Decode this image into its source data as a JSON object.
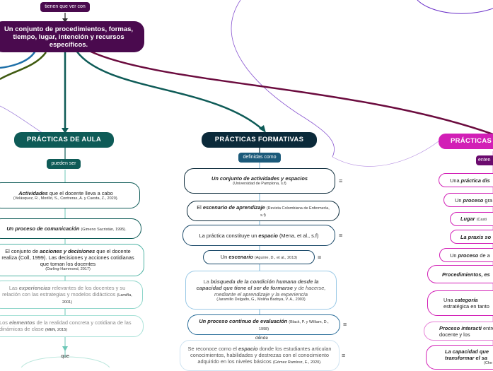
{
  "top_tag": "tienen que ver con",
  "root_title": "Un conjunto de procedimientos, formas, tiempo, lugar, intención y recursos específicos.",
  "columns": [
    {
      "title": "PRÁCTICAS DE AULA",
      "connector": "pueden ser"
    },
    {
      "title": "PRÁCTICAS FORMATIVAS",
      "connector": "definidas como"
    },
    {
      "title": "PRÁCTICAS",
      "connector": "enten"
    }
  ],
  "aula_items": [
    {
      "pre": "",
      "em": "Actividades",
      "post": " que el docente lleva a cabo",
      "src": "(Velásquez, R., Morillo, S., Contreras, A. y Cuesta, Z., 2020)."
    },
    {
      "pre": "",
      "em": "Un proceso de comunicación",
      "post": "",
      "src": "(Gimeno Sacristán, 1995)."
    },
    {
      "pre": "El conjunto de ",
      "em": "acciones y decisiones",
      "post": " que el docente realiza (Coll, 1999). Las decisiones y acciones cotidianas que toman los docentes",
      "src": "(Darling-Hammond, 2017)"
    },
    {
      "pre": "Las ",
      "em": "experiencias",
      "post": " relevantes de los docentes y su relación con las estrategias y modelos didácticos",
      "src": "(Lamiña, 2001)"
    },
    {
      "pre": "Los ",
      "em": "elementos",
      "post": " de la realidad concreta y cotidiana de las dinámicas de clase",
      "src": "(MEN, 2015)"
    }
  ],
  "aula_bottom_tag": "que",
  "formativas_items": [
    {
      "pre": "",
      "em": "Un conjunto de actividades y espacios",
      "post": "",
      "src": "(Universidad de Pamplona, s.f)"
    },
    {
      "pre": "El ",
      "em": "escenario de aprendizaje",
      "post": "",
      "src": "(Revista Colombiana de Enfermería, s.f)"
    },
    {
      "pre": "La práctica constituye un ",
      "em": "espacio",
      "post": " (Mena, et al., s.f)",
      "src": ""
    },
    {
      "pre": "Un ",
      "em": "escenario",
      "post": "",
      "src": "(Aguirre, D., et al., 2013)"
    },
    {
      "pre": "La ",
      "em": "búsqueda de la condición humana desde la capacidad que tiene el ser de formarse",
      "post": " y de hacerse, mediante el aprendizaje y la experiencia",
      "src": "(Jaramillo Delgado, G., Molina Badoya, V. A., 2003)"
    },
    {
      "pre": "",
      "em": "Un proceso continuo de evaluación",
      "post": "",
      "src": "(Black, P. y William, D., 1998)"
    },
    {
      "pre": "Se reconoce como el ",
      "em": "espacio",
      "post": " donde los estudiantes articulan conocimientos, habilidades y destrezas con el conocimiento adquirido en los niveles básicos",
      "src": "(Gómez Ramírez, E., 2020)."
    }
  ],
  "formativas_bottom_tag": "donde",
  "third_items": [
    {
      "pre": "Una ",
      "em": "práctica dis",
      "post": ""
    },
    {
      "pre": "Un ",
      "em": "proceso",
      "post": " gra"
    },
    {
      "pre": "",
      "em": "Lugar",
      "post": " (Casti"
    },
    {
      "pre": "",
      "em": "La praxis so",
      "post": ""
    },
    {
      "pre": "Un ",
      "em": "proceso",
      "post": " de a"
    },
    {
      "pre": "",
      "em": "Procedimientos, es",
      "post": ""
    },
    {
      "pre": "Una ",
      "em": "categoría",
      "post": " estratégica en tanto"
    },
    {
      "pre": "",
      "em": "Proceso interacti",
      "post": " entre el docente y los"
    },
    {
      "pre": "",
      "em": "La capacidad que",
      "post": " transformar el sa"
    }
  ],
  "third_src_fragment": "(Che",
  "note_icon": "≡",
  "colors": {
    "root": "#4a0a4e",
    "aula": "#0e5b57",
    "formativas": "#0b2a3a",
    "third": "#d21fb6",
    "link_dark_red": "#6b0b3e",
    "link_blue": "#1e6fa8",
    "link_olive": "#3f5a10"
  }
}
